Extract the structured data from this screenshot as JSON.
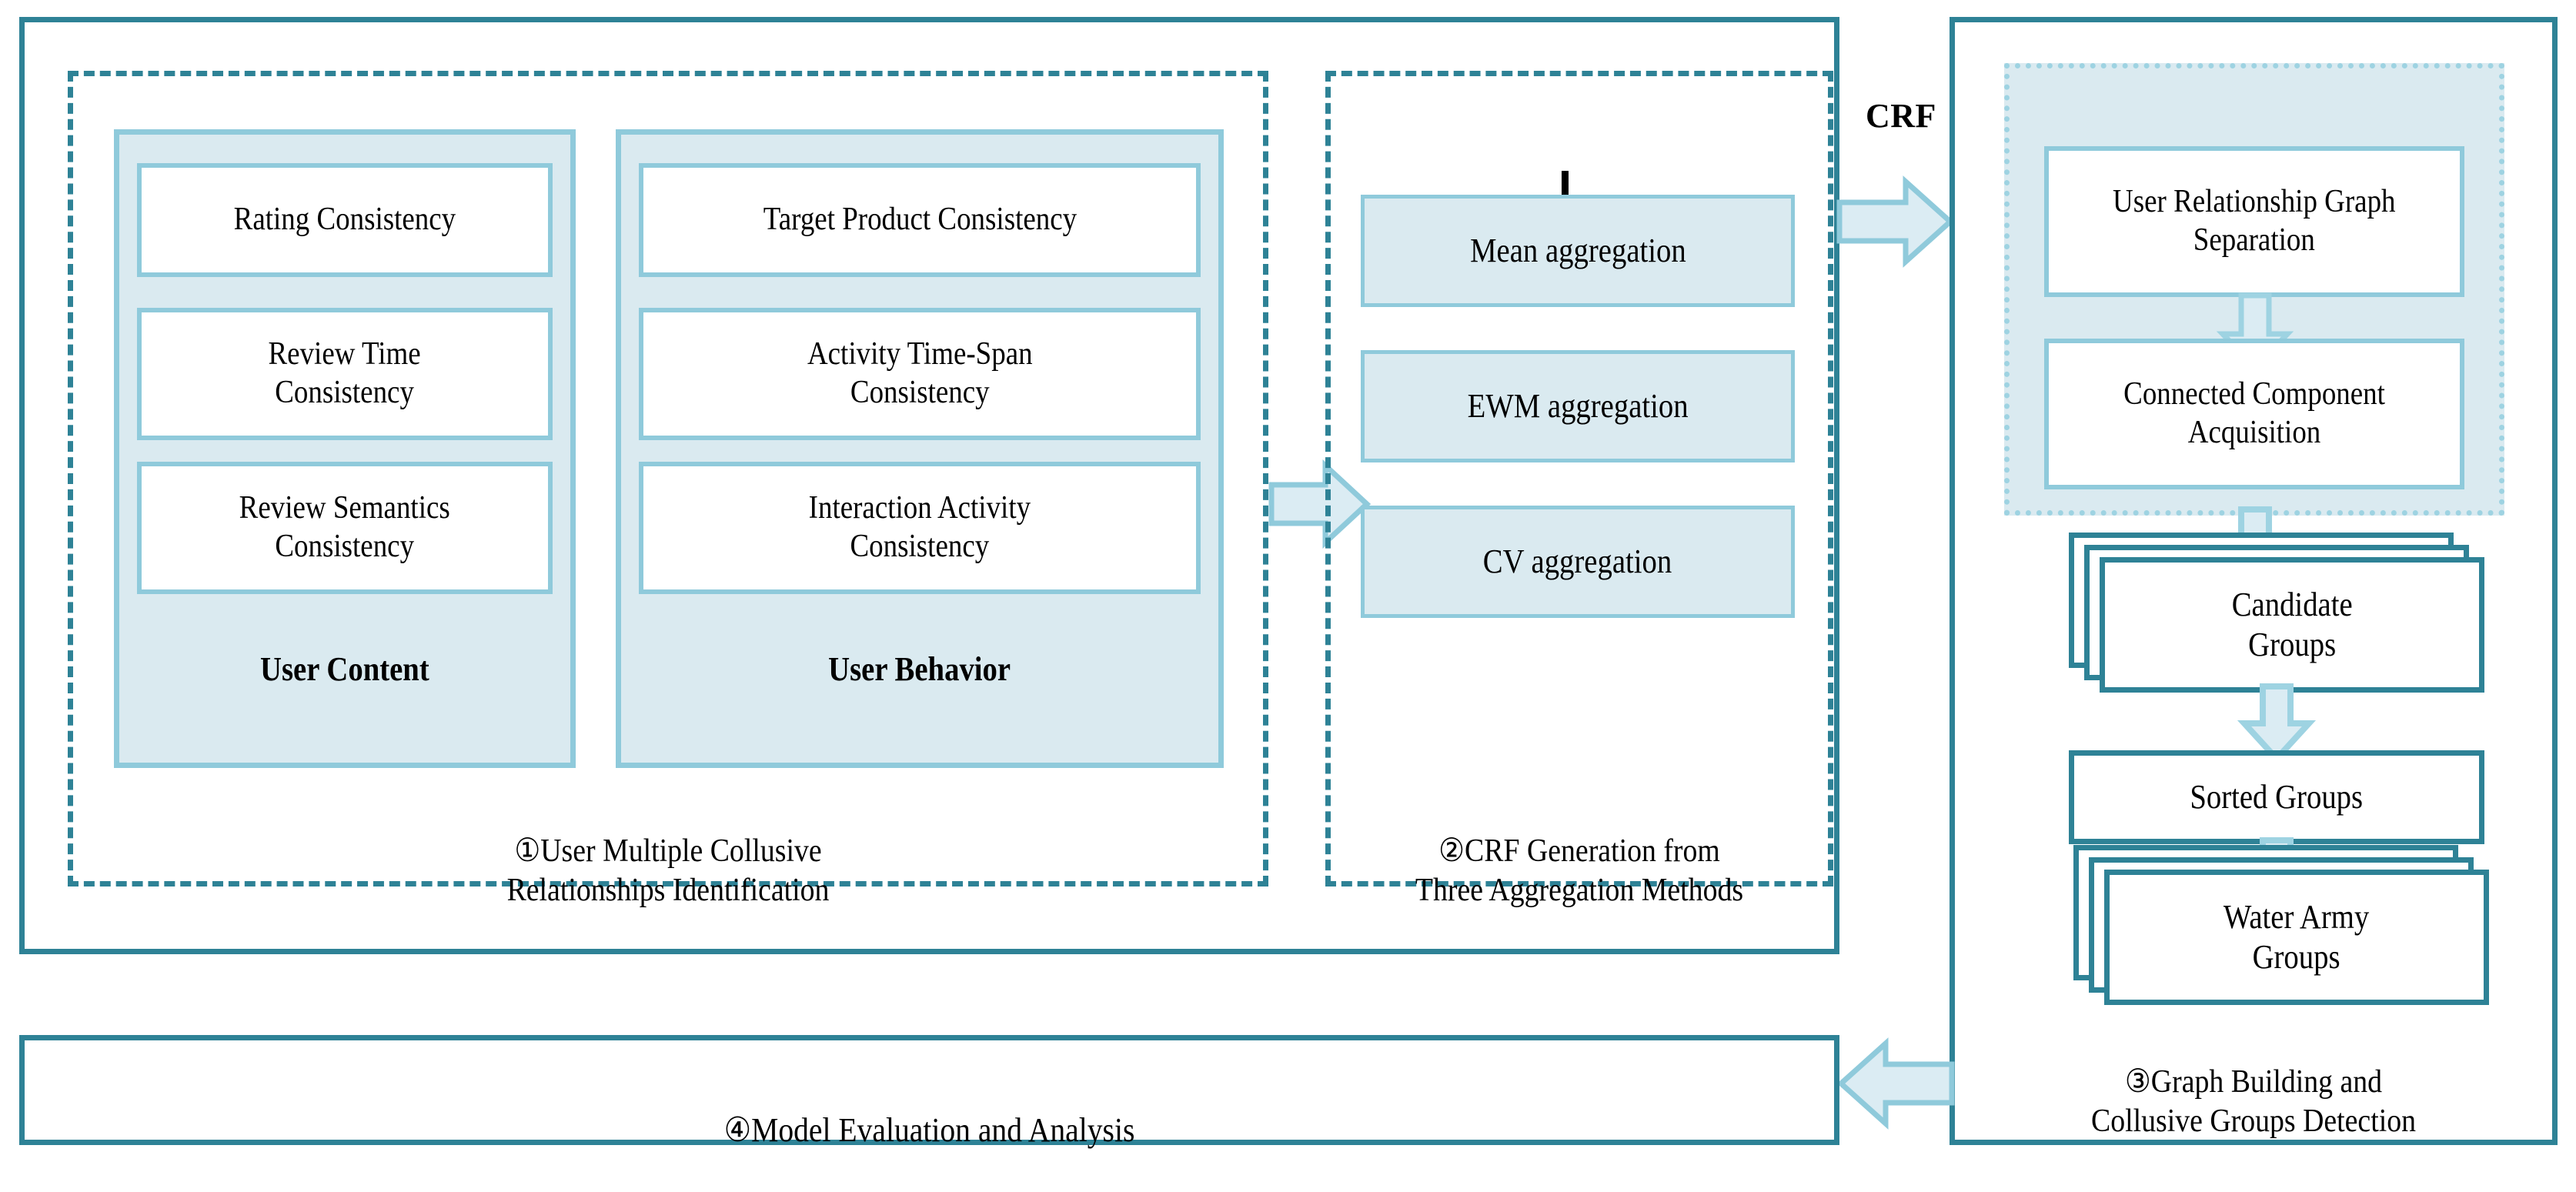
{
  "diagram": {
    "title": "Collusive water-army group detection framework",
    "colors": {
      "dark_teal": "#2e8296",
      "light_border": "#8fcadb",
      "light_fill": "#daeaf0",
      "arrow_fill": "#dbecf3"
    }
  },
  "stage1": {
    "caption": "①User Multiple Collusive\nRelationships Identification",
    "user_content": {
      "title": "User Content",
      "items": [
        "Rating Consistency",
        "Review Time\nConsistency",
        "Review Semantics\nConsistency"
      ]
    },
    "user_behavior": {
      "title": "User Behavior",
      "items": [
        "Target Product Consistency",
        "Activity Time-Span\nConsistency",
        "Interaction Activity\nConsistency"
      ]
    }
  },
  "stage2": {
    "caption": "②CRF Generation from\nThree Aggregation Methods",
    "methods": [
      "Mean aggregation",
      "EWM aggregation",
      "CV aggregation"
    ]
  },
  "stage3": {
    "caption": "③Graph Building and\nCollusive Groups Detection",
    "graph_subgroup": [
      "User Relationship Graph\nSeparation",
      "Connected Component\nAcquisition"
    ],
    "results": [
      "Candidate\nGroups",
      "Sorted Groups",
      "Water Army\nGroups"
    ]
  },
  "stage4": {
    "caption": "④Model Evaluation and Analysis"
  },
  "edges": {
    "crf_label": "CRF"
  }
}
